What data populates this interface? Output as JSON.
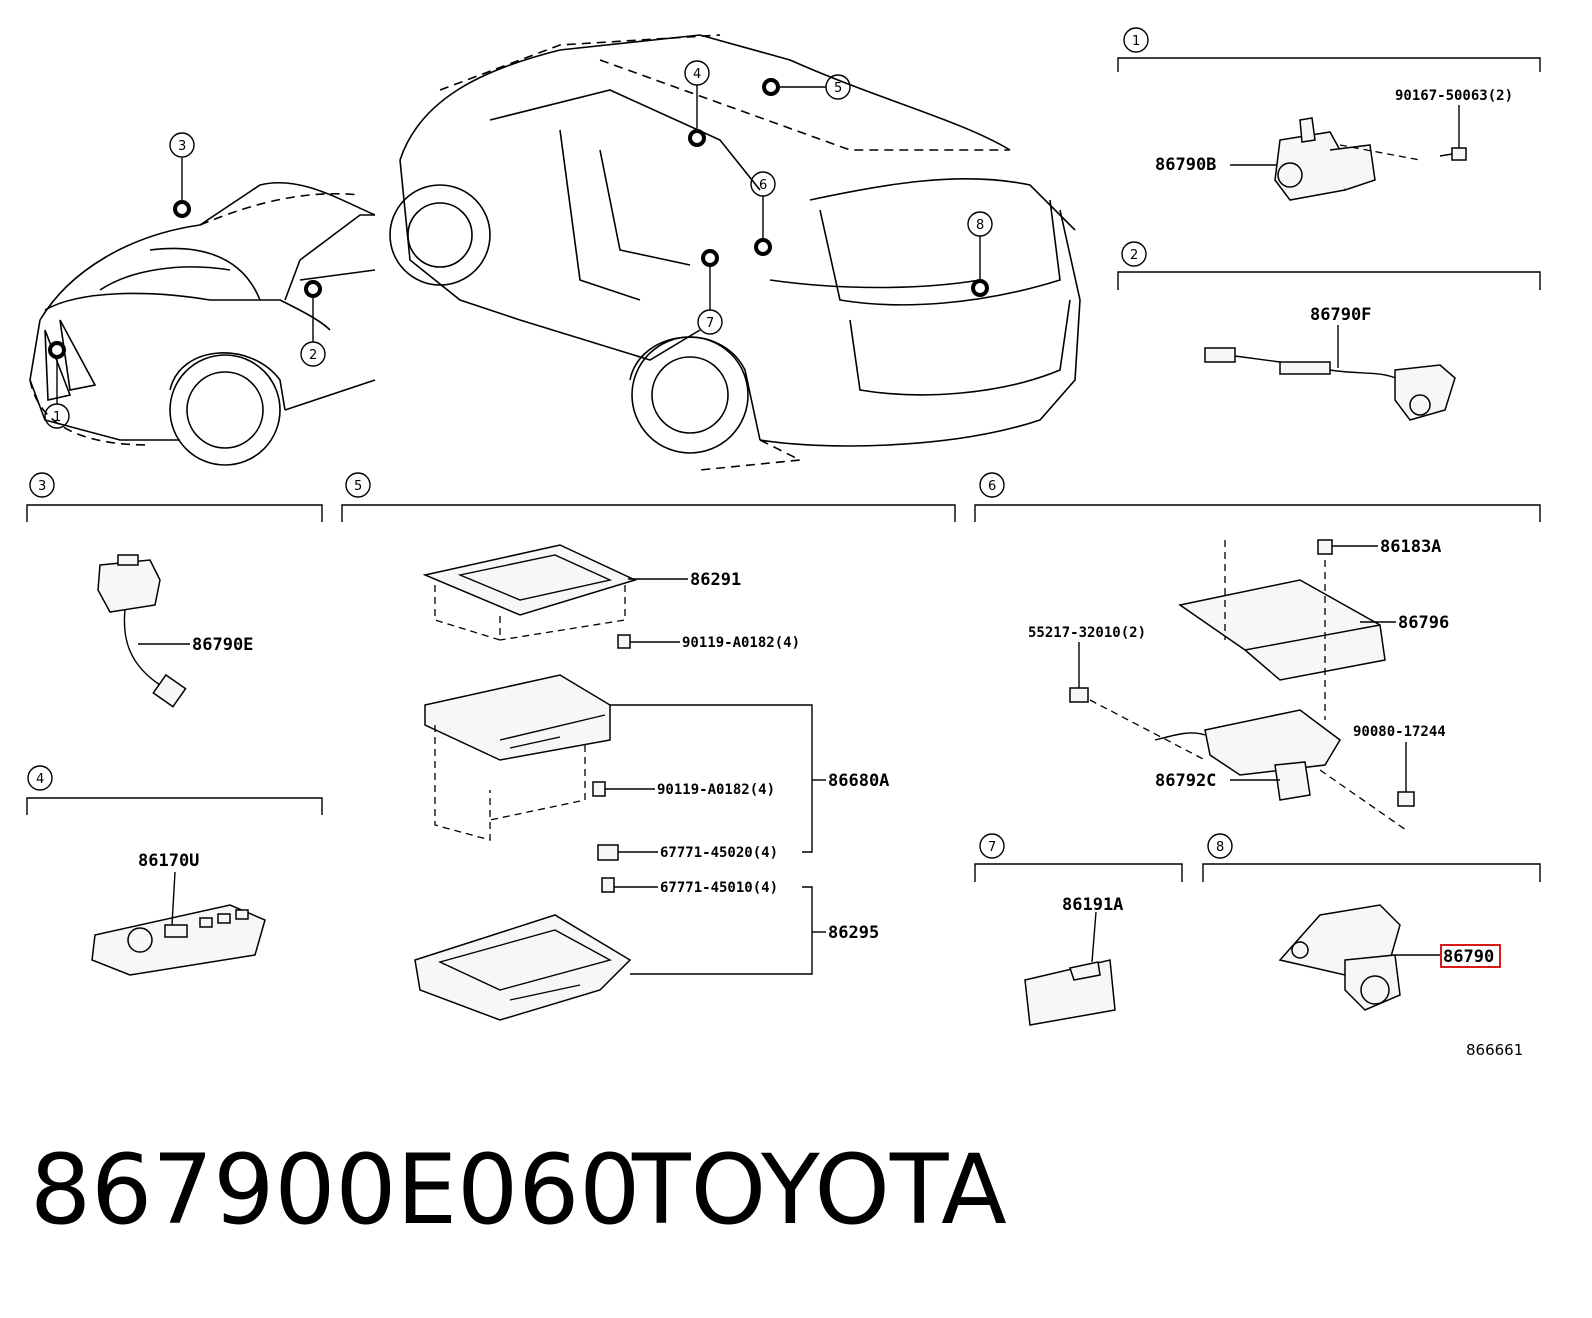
{
  "diagram": {
    "sections": [
      {
        "id": "1",
        "number": "1"
      },
      {
        "id": "2",
        "number": "2"
      },
      {
        "id": "3",
        "number": "3"
      },
      {
        "id": "4",
        "number": "4"
      },
      {
        "id": "5",
        "number": "5"
      },
      {
        "id": "6",
        "number": "6"
      },
      {
        "id": "7",
        "number": "7"
      },
      {
        "id": "8",
        "number": "8"
      }
    ],
    "vehicle_callouts": [
      "1",
      "2",
      "3",
      "4",
      "5",
      "6",
      "7",
      "8"
    ],
    "parts": {
      "s1_camera": "86790B",
      "s1_screw": "90167-50063(2)",
      "s2_camera": "86790F",
      "s3_camera": "86790E",
      "s4_controller": "86170U",
      "s5_bracket": "86291",
      "s5_screw_a": "90119-A0182(4)",
      "s5_display": "86680A",
      "s5_screw_b": "90119-A0182(4)",
      "s5_clip_a": "67771-45020(4)",
      "s5_clip_b": "67771-45010(4)",
      "s5_cover": "86295",
      "s6_clip": "86183A",
      "s6_cover": "86796",
      "s6_clip_b": "55217-32010(2)",
      "s6_nut": "90080-17244",
      "s6_module": "86792C",
      "s7_part": "86191A",
      "s8_camera": "86790"
    },
    "reference_code": "866661"
  },
  "caption": {
    "part_number": "867900E060",
    "brand": "TOYOTA"
  },
  "colors": {
    "highlight": "#d40000",
    "lines": "#000000",
    "background": "#ffffff"
  }
}
